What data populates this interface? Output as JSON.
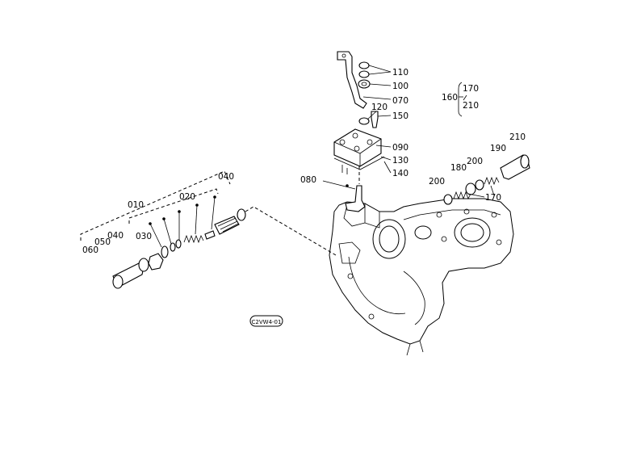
{
  "labels": {
    "p010": "010",
    "p020": "020",
    "p030": "030",
    "p040a": "040",
    "p040b": "040",
    "p050": "050",
    "p060": "060",
    "p070": "070",
    "p080": "080",
    "p090": "090",
    "p100": "100",
    "p110": "110",
    "p120": "120",
    "p130": "130",
    "p140": "140",
    "p150": "150",
    "p160": "160",
    "p170a": "170",
    "p170b": "170",
    "p180": "180",
    "p190": "190",
    "p200a": "200",
    "p200b": "200",
    "p210a": "210",
    "p210b": "210"
  },
  "drawing_code": "C2VW4-01"
}
